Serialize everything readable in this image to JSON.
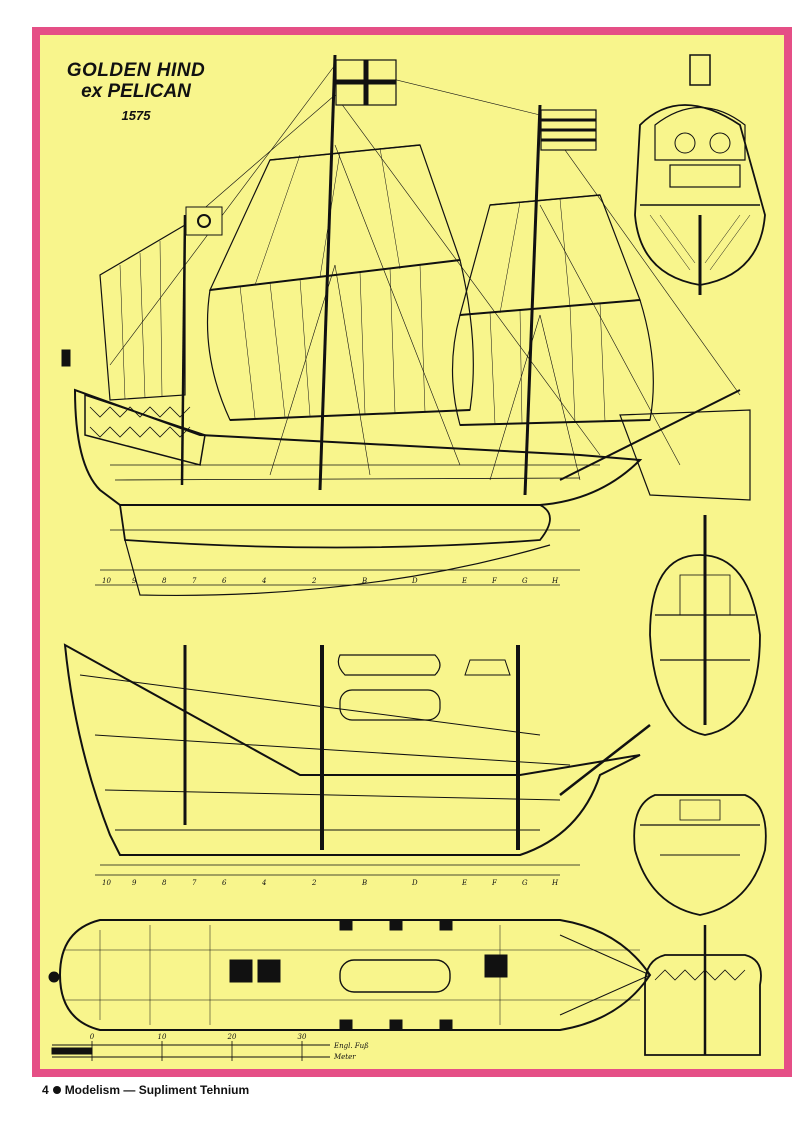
{
  "title": {
    "name": "GOLDEN HIND",
    "former_name": "ex PELICAN",
    "year": "1575"
  },
  "scale_bar": {
    "ticks": [
      "0",
      "10",
      "20",
      "30"
    ],
    "units": [
      "Engl. Fuß",
      "Meter"
    ]
  },
  "frame_marks": [
    "10",
    "9",
    "8",
    "7",
    "6",
    "4",
    "2",
    "B",
    "D",
    "E",
    "F",
    "G",
    "H"
  ],
  "footer": {
    "page_number": "4",
    "publication": "Modelism",
    "separator": "—",
    "supplement": "Supliment Tehnium"
  },
  "colors": {
    "page_background": "#ffffff",
    "sheet_background": "#f8f58c",
    "border": "#e54f86",
    "ink": "#111111"
  }
}
